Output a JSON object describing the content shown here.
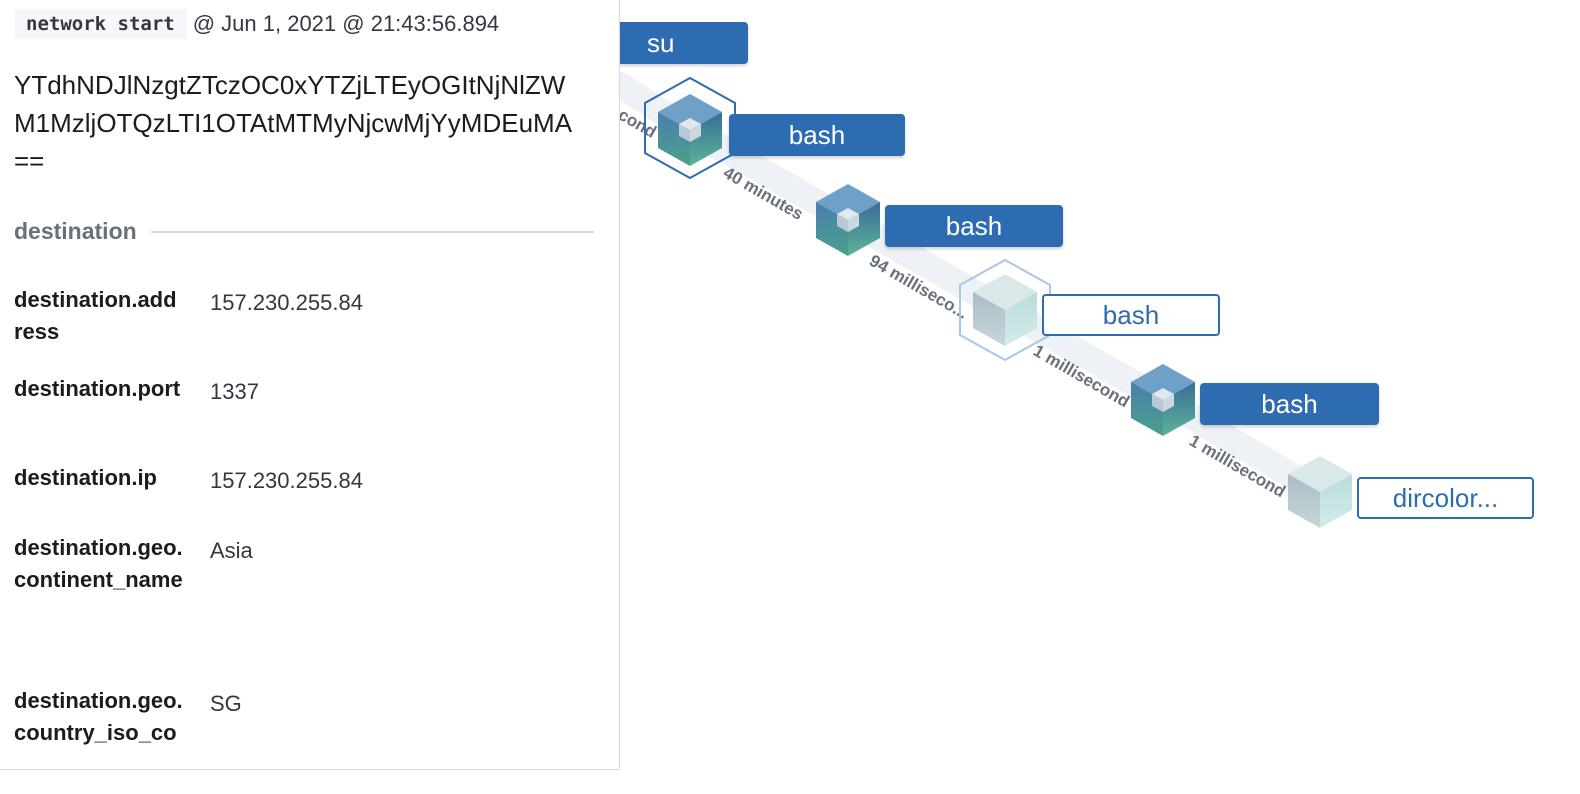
{
  "panel": {
    "event_type": "network start",
    "event_time": "@ Jun 1, 2021 @ 21:43:56.894",
    "entity_id": "YTdhNDJlNzgtZTczOC0xYTZjLTEyOGItNjNlZWM1MzljOTQzLTI1OTAtMTMyNjcwMjYyMDEuMA==",
    "section_title": "destination",
    "fields": [
      {
        "name": "destination.address",
        "value": "157.230.255.84"
      },
      {
        "name": "destination.port",
        "value": "1337"
      },
      {
        "name": "destination.ip",
        "value": "157.230.255.84"
      },
      {
        "name": "destination.geo.continent_name",
        "value": "Asia"
      },
      {
        "name": "destination.geo.country_iso_co",
        "value": "SG"
      }
    ]
  },
  "graph": {
    "nodes": [
      {
        "label": "su",
        "style": "filled"
      },
      {
        "label": "bash",
        "style": "filled",
        "icon": "running-process-cube-icon",
        "selected": true
      },
      {
        "label": "bash",
        "style": "filled",
        "icon": "running-process-cube-icon"
      },
      {
        "label": "bash",
        "style": "outline",
        "icon": "terminated-process-cube-icon",
        "selected": true
      },
      {
        "label": "bash",
        "style": "filled",
        "icon": "running-process-cube-icon"
      },
      {
        "label": "dircolor...",
        "style": "outline",
        "icon": "terminated-process-cube-icon"
      }
    ],
    "edges": [
      "cond",
      "40 minutes",
      "94 milliseco...",
      "1 millisecond",
      "1 millisecond"
    ]
  },
  "colors": {
    "accent": "#2d6cb1",
    "edge": "#eef1f5",
    "edge_text": "#69707d"
  }
}
